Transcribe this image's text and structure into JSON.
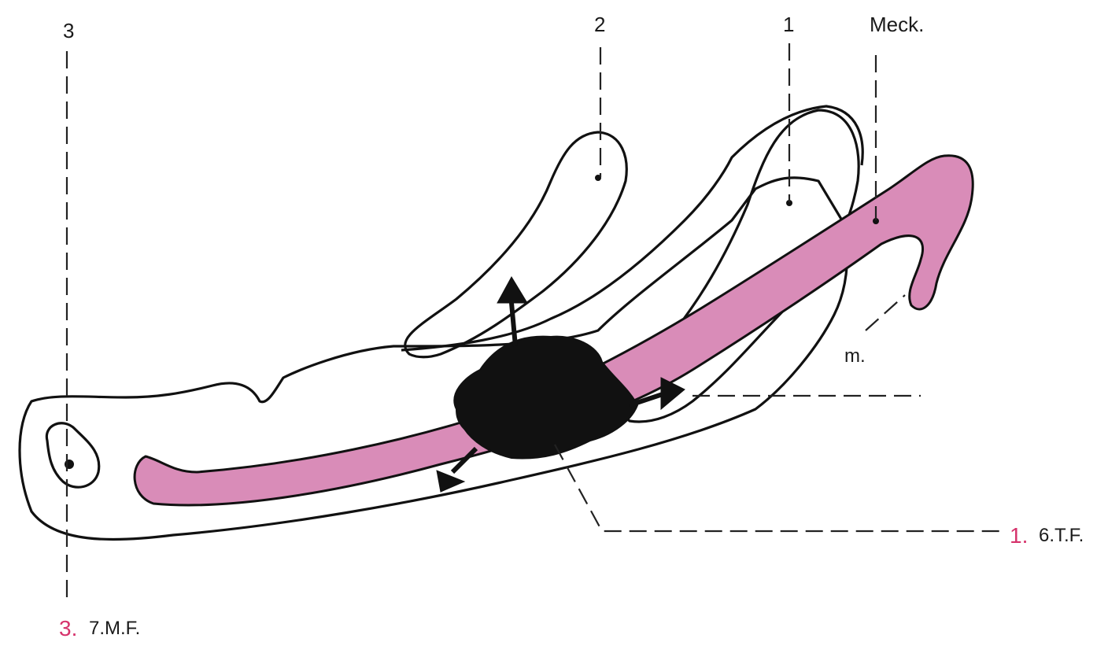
{
  "labels": {
    "top_3": "3",
    "top_2": "2",
    "top_1": "1",
    "top_meck": "Meck.",
    "m": "m.",
    "bottom_right_num": "1.",
    "bottom_right_text": "6.T.F.",
    "bottom_left_num": "3.",
    "bottom_left_text": "7.M.F."
  },
  "colors": {
    "accent": "#d6336c",
    "cartilage_pink": "#d98cb8",
    "bone_blue": "#c9d8ef",
    "tissue_green": "#eef5dd",
    "ink": "#111111"
  }
}
